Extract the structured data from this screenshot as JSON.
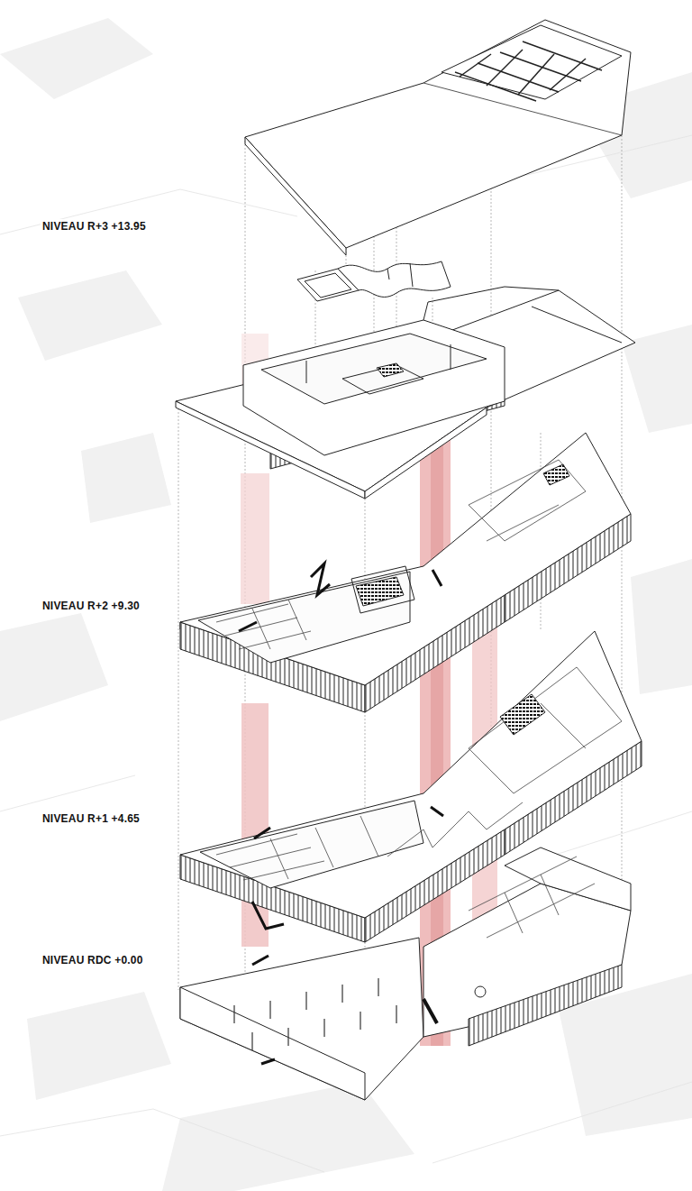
{
  "diagram": {
    "labels": [
      "NIVEAU R+3 +13.95",
      "NIVEAU R+2 +9.30",
      "NIVEAU R+1 +4.65",
      "NIVEAU RDC +0.00"
    ]
  }
}
